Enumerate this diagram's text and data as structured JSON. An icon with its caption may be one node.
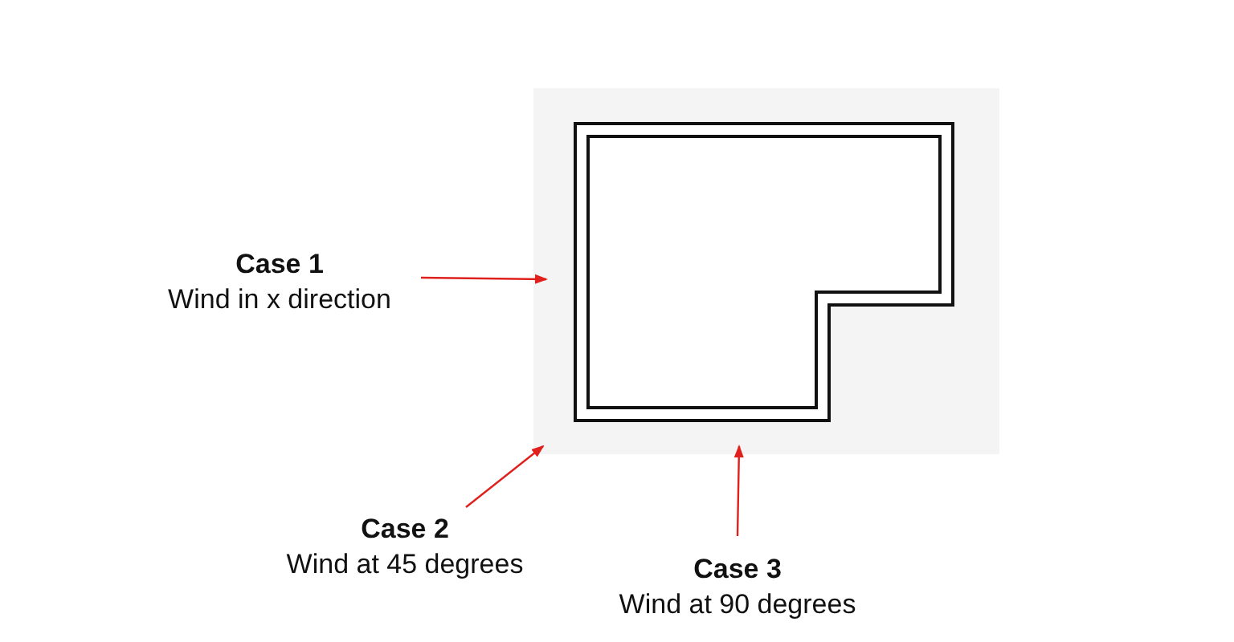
{
  "diagram": {
    "labels": [
      "Case 1",
      "Wind in x direction",
      "Case 2",
      "Wind at 45 degrees",
      "Case 3",
      "Wind at 90 degrees"
    ]
  }
}
